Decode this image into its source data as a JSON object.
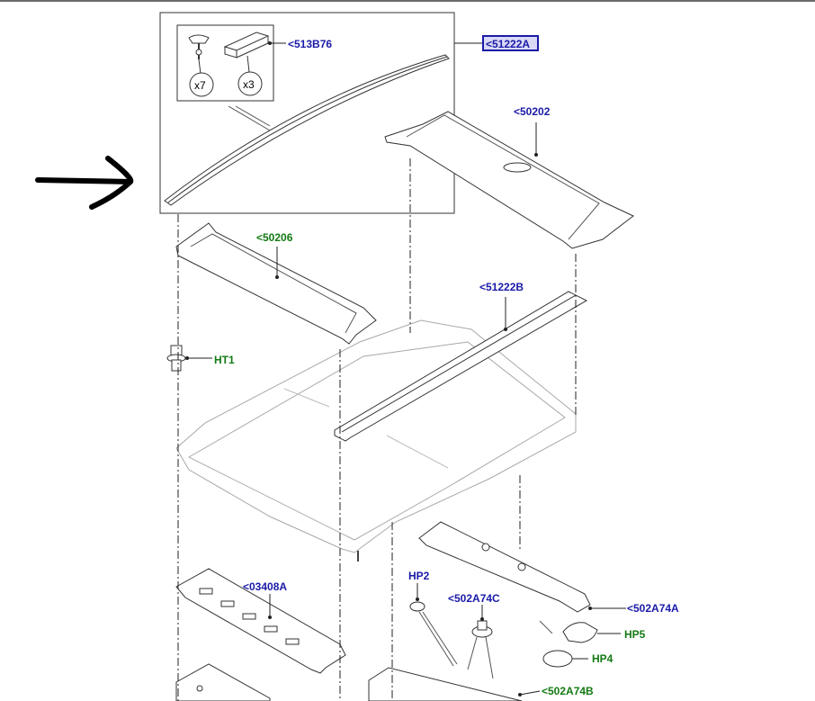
{
  "labels": {
    "p51222A": "<51222A",
    "p513B76": "<513B76",
    "p50202": "<50202",
    "p50206": "<50206",
    "p51222B": "<51222B",
    "ht1": "HT1",
    "p03408A": "<03408A",
    "hp2": "HP2",
    "p502A74C": "<502A74C",
    "p502A74A": "<502A74A",
    "hp5": "HP5",
    "hp4": "HP4",
    "p502A74B": "<502A74B"
  },
  "quantities": {
    "clip_qty": "x7",
    "pad_qty": "x3"
  },
  "colors": {
    "callout_blue": "#1a1aa8",
    "callout_green": "#137a13",
    "highlight_box": "#1a1aa8"
  }
}
